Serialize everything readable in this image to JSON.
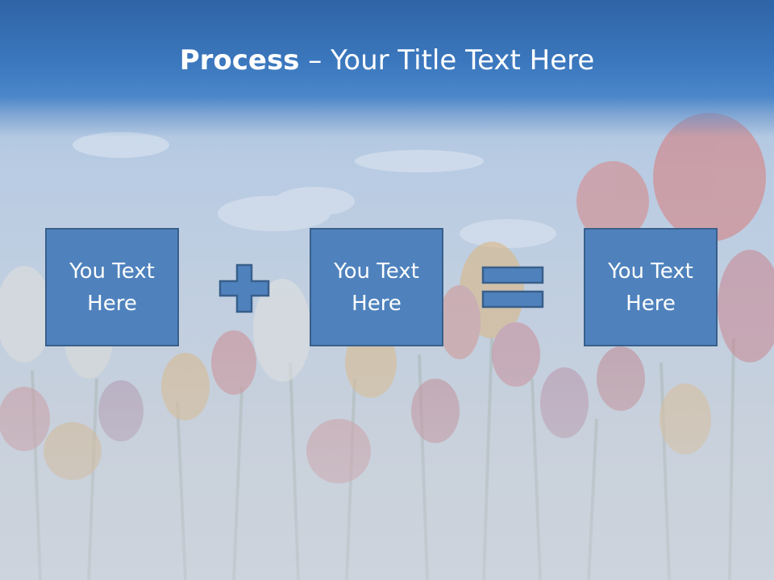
{
  "slide": {
    "title_bold": "Process",
    "title_rest": " – Your Title Text Here",
    "boxes": [
      {
        "line1": "You Text",
        "line2": "Here"
      },
      {
        "line1": "You Text",
        "line2": "Here"
      },
      {
        "line1": "You Text",
        "line2": "Here"
      }
    ],
    "operators": [
      "plus-icon",
      "equals-icon"
    ]
  },
  "colors": {
    "banner": "#3b77bd",
    "box_fill": "#4f82bd",
    "box_border": "#395f8a",
    "text": "#ffffff"
  }
}
